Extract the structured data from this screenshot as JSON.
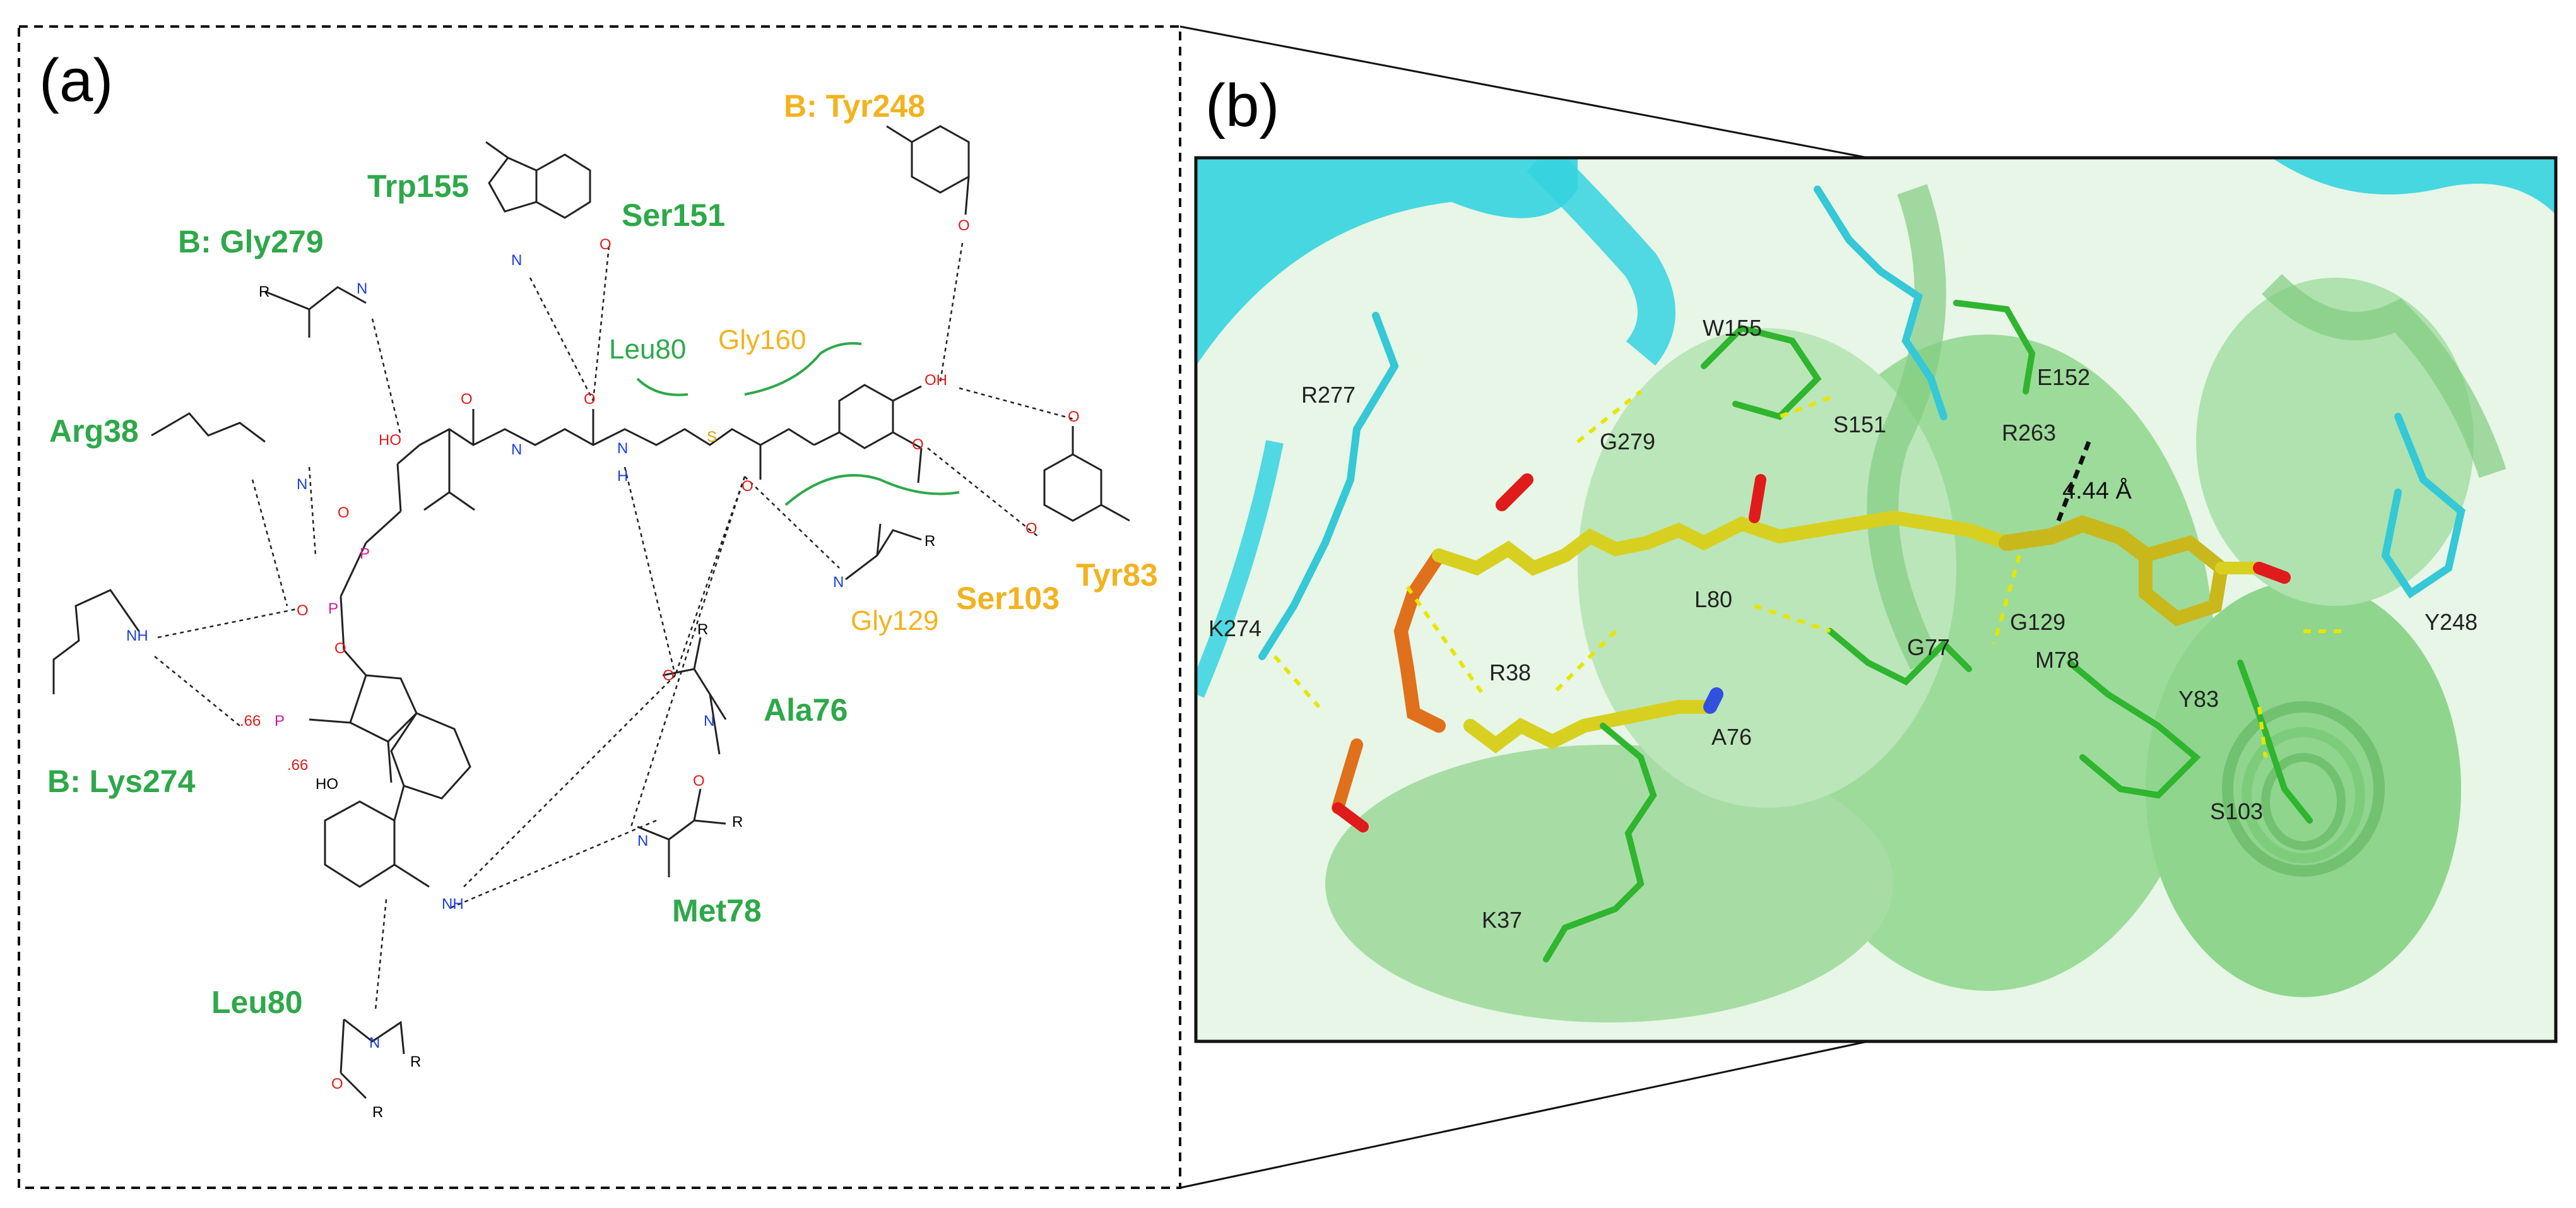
{
  "panel_a": {
    "letter": "(a)",
    "residues": {
      "trp155": "Trp155",
      "ser151": "Ser151",
      "gly279": "B: Gly279",
      "tyr248": "B: Tyr248",
      "leu80_top": "Leu80",
      "gly160": "Gly160",
      "arg38": "Arg38",
      "gly129": "Gly129",
      "ser103": "Ser103",
      "tyr83": "Tyr83",
      "ala76": "Ala76",
      "lys274": "B: Lys274",
      "met78": "Met78",
      "leu80_bottom": "Leu80"
    },
    "atoms": {
      "O": "O",
      "N": "N",
      "H": "H",
      "S": "S",
      "P": "P",
      "R": "R",
      "HO": "HO",
      "OH": "OH",
      "NH": "NH",
      "charge_66": ".66"
    }
  },
  "panel_b": {
    "letter": "(b)",
    "labels": {
      "w155": "W155",
      "r277": "R277",
      "g279": "G279",
      "s151": "S151",
      "e152": "E152",
      "r263": "R263",
      "distance": "4.44 Å",
      "k274": "K274",
      "r38": "R38",
      "l80": "L80",
      "g77": "G77",
      "g129": "G129",
      "m78": "M78",
      "y83": "Y83",
      "a76": "A76",
      "y248": "Y248",
      "s103": "S103",
      "k37": "K37"
    }
  },
  "colors": {
    "residue_green": "#2ea84a",
    "residue_orange": "#f2b31f",
    "oxygen": "#e01b1b",
    "nitrogen": "#1d3fe0",
    "phosphorus": "#d01b9a",
    "sulfur": "#d4a500",
    "cartoon_green": "#7fd07f",
    "cartoon_cyan": "#35d4e0",
    "ligand_yellow": "#d8d020"
  }
}
